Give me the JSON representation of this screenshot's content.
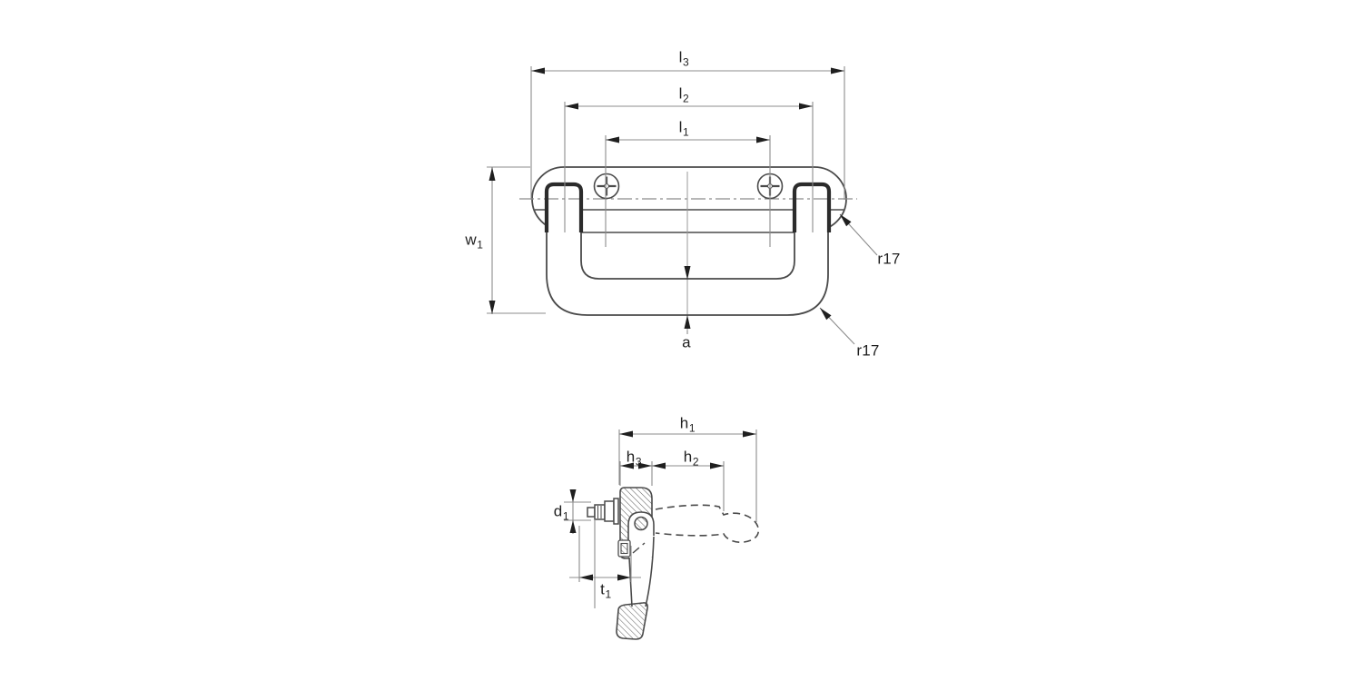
{
  "page": {
    "background": "#ffffff"
  },
  "drawing": {
    "type": "technical-dimension-drawing",
    "subject": "folding-handle-two-views",
    "colors": {
      "outline": "#4a4a4a",
      "thin_line": "#8c8c8c",
      "centerline": "#8c8c8c",
      "arrow": "#1f1f1f",
      "clip_dark": "#2b2b2b",
      "hatch": "#5a5a5a",
      "label": "#1f1f1f",
      "background": "#ffffff"
    },
    "labels": [
      {
        "id": "l3",
        "base": "l",
        "sub": "3",
        "text": "l3"
      },
      {
        "id": "l2",
        "base": "l",
        "sub": "2",
        "text": "l2"
      },
      {
        "id": "l1",
        "base": "l",
        "sub": "1",
        "text": "l1"
      },
      {
        "id": "w1",
        "base": "w",
        "sub": "1",
        "text": "w1"
      },
      {
        "id": "a",
        "base": "a",
        "sub": "",
        "text": "a"
      },
      {
        "id": "r17-plate",
        "base": "r17",
        "sub": "",
        "text": "r17"
      },
      {
        "id": "r17-handle",
        "base": "r17",
        "sub": "",
        "text": "r17"
      },
      {
        "id": "h1",
        "base": "h",
        "sub": "1",
        "text": "h1"
      },
      {
        "id": "h3",
        "base": "h",
        "sub": "3",
        "text": "h3"
      },
      {
        "id": "h2",
        "base": "h",
        "sub": "2",
        "text": "h2"
      },
      {
        "id": "d1",
        "base": "d",
        "sub": "1",
        "text": "d1"
      },
      {
        "id": "t1",
        "base": "t",
        "sub": "1",
        "text": "t1"
      }
    ]
  }
}
